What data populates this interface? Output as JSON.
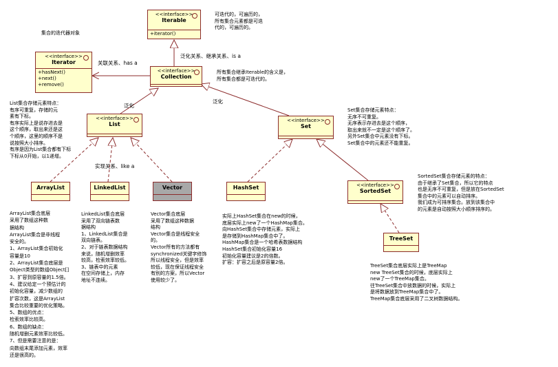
{
  "title_note": "集合的迭代器对象",
  "interfaces": {
    "iterable": {
      "stereotype": "<<interface>>",
      "name": "Iterable",
      "methods": [
        "+iterator()"
      ]
    },
    "iterator": {
      "stereotype": "<<interface>>",
      "name": "Iterator",
      "methods": [
        "+hasNext()",
        "+next()",
        "+remove()"
      ]
    },
    "collection": {
      "stereotype": "<<interface>>",
      "name": "Collection"
    },
    "list": {
      "stereotype": "<<interface>>",
      "name": "List"
    },
    "set": {
      "stereotype": "<<interface>>",
      "name": "Set"
    },
    "sortedset": {
      "stereotype": "<<interface>>",
      "name": "SortedSet"
    }
  },
  "classes": {
    "arraylist": "ArrayList",
    "linkedlist": "LinkedList",
    "vector": "Vector",
    "hashset": "HashSet",
    "treeset": "TreeSet"
  },
  "labels": {
    "association": "关联关系、has a",
    "generalization_top": "泛化关系、继承关系、is a",
    "generalization_list": "泛化",
    "generalization_set": "泛化",
    "realization": "实现关系、like a"
  },
  "notes": {
    "iterable": [
      "可迭代的，可遍历的，",
      "所有集合元素都是可迭",
      "代的，可遍历的。"
    ],
    "collection": [
      "所有集合继承Iterable的含义是，",
      "所有集合都是可迭代的。"
    ],
    "list": [
      "List集合存储元素特点：",
      "有序可重复，存储的元",
      "素有下标。",
      "有序实际上是说存进去是",
      "这个顺序，取出来还是这",
      "个顺序，这里的顺序不是",
      "说按照大小排序。",
      "有序是因为List集合都有下标",
      "下标从0开始，以1递增。"
    ],
    "set": [
      "Set集合存储元素特点：",
      "无序不可重复。",
      "无序表示存进去是这个顺序，",
      "取出来就不一定是这个顺序了。",
      "另外Set集合中元素没有下标。",
      "Set集合中的元素还不能重复。"
    ],
    "sortedset": [
      "SortedSet集合存储元素的特点：",
      "由于继承了Set集合，所以它的特点",
      "也是无序不可重复，但是放在SortedSet",
      "集合中的元素可以自动排序。",
      "我们成为可排序集合。放到该集合中",
      "的元素是自动按照大小顺序排序的。"
    ],
    "arraylist": [
      "ArrayList集合底层",
      "采用了数组这种数",
      "据结构",
      "ArrayList集合是非线程",
      "安全的。",
      "1、ArrayList集合初始化",
      "容量是10",
      "2、ArrayList集合底层是",
      "Object类型的数组Object[]",
      "3、扩容到原容量的1.5倍。",
      "4、建议给定一个预估计的",
      "初始化容量，减少数组的",
      "扩容次数，这是ArrayList",
      "集合比较重要的优化策略。",
      "5、数组的优点：",
      "检索效率比较高。",
      "6、数组的缺点：",
      "随机增删元素效率比较低。",
      "7、但是需要注意的是：",
      "向数组末尾添加元素，效率",
      "还是很高的。"
    ],
    "linkedlist": [
      "LinkedList集合底层",
      "采用了双向链表数",
      "据结构",
      "1、LinkedList集合是",
      "双向链表。",
      "2、对于链表数据结构",
      "来说，随机增删效率",
      "较高，检索效率较低。",
      "3、链表中的元素",
      "在空间存储上，内存",
      "地址不连续。"
    ],
    "vector": [
      "Vector集合底层",
      "采用了数组这种数据",
      "结构",
      "Vector集合是线程安全",
      "的。",
      "Vector所有的方法都有",
      "synchronized关键字修饰",
      "所以线程安全，但是效率",
      "较低，现在保证线程安全",
      "有别的方案，所以Vector",
      "使用较少了。"
    ],
    "hashset": [
      "实际上HashSet集合在new的时候，",
      "底层实际上new了一个HashMap集合。",
      "向HashSet集合中存储元素，实际上",
      "是存储到HashMap集合中了。",
      "HashMap集合是一个哈希表数据结构",
      "HashSet集合初始化容量16",
      "初始化容量建议是2的倍数。",
      "扩容：扩容之后是原容量2倍。"
    ],
    "treeset": [
      "TreeSet集合底层实际上是TreeMap",
      "new TreeSet集合的时候，底层实际上",
      "new了一个TreeMap集合。",
      "往TreeSet集合中放数据的时候，实际上",
      "是将数据放到TreeMap集合中了。",
      "TreeMap集合底层采用了二叉树数据结构。"
    ]
  }
}
